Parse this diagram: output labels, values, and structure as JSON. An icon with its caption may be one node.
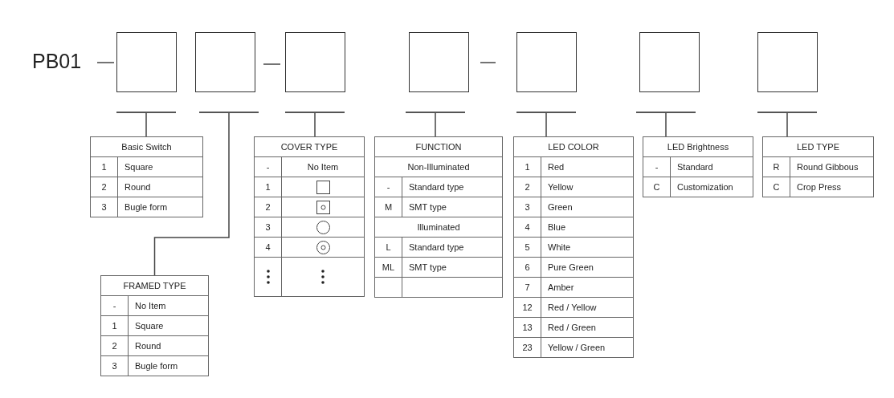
{
  "diagram": {
    "nodes": [
      {
        "text": [],
        "shape": "box"
      },
      {
        "text": [],
        "shape": "box"
      },
      {
        "text": [],
        "shape": "box"
      },
      {
        "text": [],
        "shape": "box"
      },
      {
        "text": [],
        "shape": "box"
      },
      {
        "text": [],
        "shape": "box"
      },
      {
        "text": [],
        "shape": "box"
      },
      {
        "text": [],
        "shape": "bar"
      },
      {
        "text": [],
        "shape": "bar"
      },
      {
        "text": [],
        "shape": "bar"
      },
      {
        "text": [],
        "shape": "bar"
      },
      {
        "text": [],
        "shape": "bar"
      },
      {
        "text": [],
        "shape": "bar"
      },
      {
        "text": [],
        "shape": "bar"
      },
      {
        "text": [
          "Basic Switch",
          "1",
          "Square",
          "2",
          "Round",
          "3",
          "Bugle form"
        ]
      },
      {
        "text": [
          "COVER TYPE",
          "-",
          "No Item",
          "1",
          "2",
          "3",
          "4"
        ]
      },
      {
        "text": [
          "FUNCTION",
          "Non-Illuminated",
          "-",
          "Standard type",
          "M",
          "SMT type",
          "Illuminated",
          "L",
          "Standard type",
          "ML",
          "SMT type"
        ]
      },
      {
        "text": [
          "LED COLOR",
          "1",
          "Red",
          "2",
          "Yellow",
          "3",
          "Green",
          "4",
          "Blue",
          "5",
          "White",
          "6",
          "Pure Green",
          "7",
          "Amber",
          "12",
          "Red / Yellow",
          "13",
          "Red / Green",
          "23",
          "Yellow / Green"
        ]
      },
      {
        "text": [
          "LED Brightness",
          "-",
          "Standard",
          "C",
          "Customization"
        ]
      },
      {
        "text": [
          "LED TYPE",
          "R",
          "Round Gibbous",
          "C",
          "Crop Press"
        ]
      },
      {
        "text": [
          "FRAMED TYPE",
          "-",
          "No Item",
          "1",
          "Square",
          "2",
          "Round",
          "3",
          "Bugle form"
        ]
      }
    ],
    "edges": [
      {
        "from": 7,
        "to": 14,
        "arrow": "none"
      },
      {
        "from": 8,
        "to": 20,
        "arrow": "none"
      },
      {
        "from": 9,
        "to": 15,
        "arrow": "none"
      },
      {
        "from": 10,
        "to": 16,
        "arrow": "none"
      },
      {
        "from": 11,
        "to": 17,
        "arrow": "none"
      },
      {
        "from": 12,
        "to": 18,
        "arrow": "none"
      },
      {
        "from": 13,
        "to": 19,
        "arrow": "none"
      }
    ],
    "labels": [
      "PB01"
    ]
  }
}
